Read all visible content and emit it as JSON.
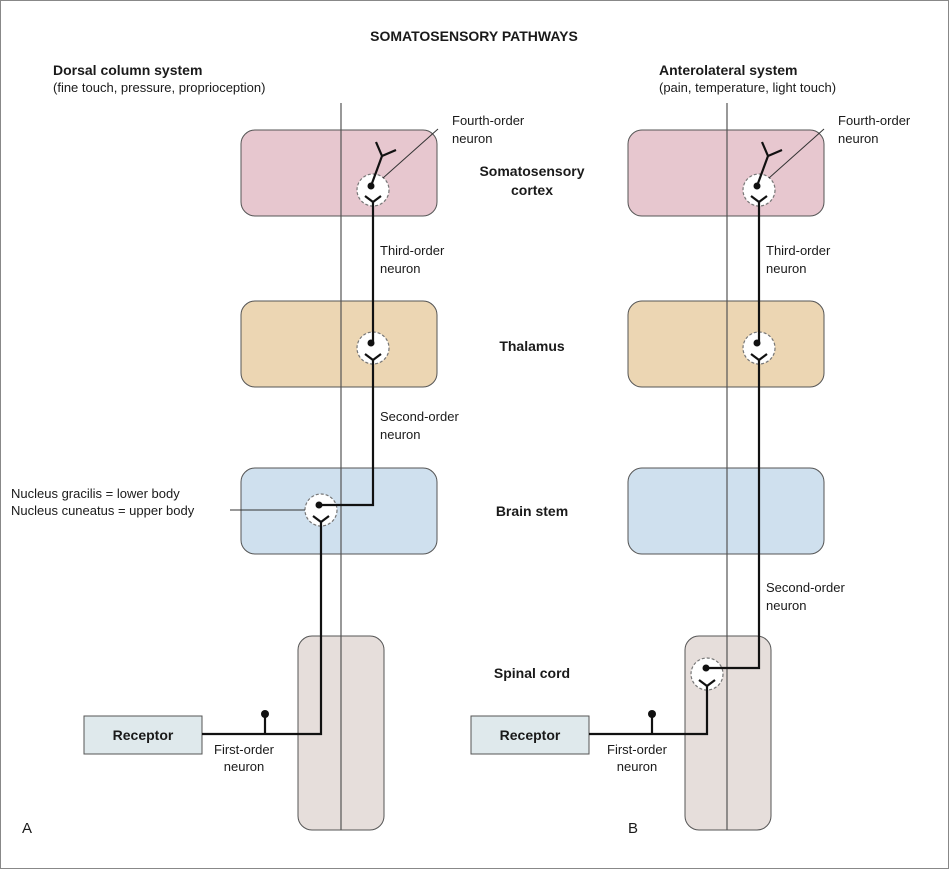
{
  "title": "SOMATOSENSORY PATHWAYS",
  "regions": {
    "cortex_line1": "Somatosensory",
    "cortex_line2": "cortex",
    "thalamus": "Thalamus",
    "brain_stem": "Brain stem",
    "spinal_cord": "Spinal cord"
  },
  "panel_a": {
    "letter": "A",
    "heading": "Dorsal column system",
    "subheading": "(fine touch, pressure, proprioception)",
    "fourth_order_line1": "Fourth-order",
    "fourth_order_line2": "neuron",
    "third_order_line1": "Third-order",
    "third_order_line2": "neuron",
    "second_order_line1": "Second-order",
    "second_order_line2": "neuron",
    "nucleus_line1": "Nucleus gracilis = lower body",
    "nucleus_line2": "Nucleus cuneatus = upper body",
    "receptor": "Receptor",
    "first_order_line1": "First-order",
    "first_order_line2": "neuron"
  },
  "panel_b": {
    "letter": "B",
    "heading": "Anterolateral system",
    "subheading": "(pain, temperature, light touch)",
    "fourth_order_line1": "Fourth-order",
    "fourth_order_line2": "neuron",
    "third_order_line1": "Third-order",
    "third_order_line2": "neuron",
    "second_order_line1": "Second-order",
    "second_order_line2": "neuron",
    "receptor": "Receptor",
    "first_order_line1": "First-order",
    "first_order_line2": "neuron"
  },
  "colors": {
    "cortex": "#e7c7cf",
    "thalamus": "#ecd6b3",
    "brain_stem": "#cfe0ee",
    "spinal_cord": "#e6dedb",
    "receptor": "#dfe9ec",
    "border": "#555555"
  }
}
